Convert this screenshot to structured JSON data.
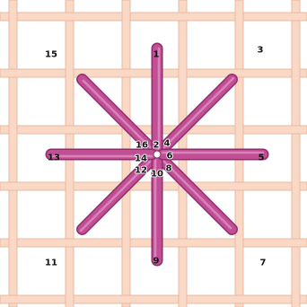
{
  "colors": {
    "canvas_mesh": "#f9d8c6",
    "canvas_mesh_edge": "#e9b8a0",
    "stitch": "#c24f96",
    "stitch_dark": "#8e2e6b",
    "stitch_highlight": "#e49acb",
    "center_hole": "#ffffff"
  },
  "stitches": [
    {
      "start": "1",
      "end": "2",
      "direction": "north"
    },
    {
      "start": "3",
      "end": "4",
      "direction": "north-east"
    },
    {
      "start": "5",
      "end": "6",
      "direction": "east"
    },
    {
      "start": "7",
      "end": "8",
      "direction": "south-east"
    },
    {
      "start": "9",
      "end": "10",
      "direction": "south"
    },
    {
      "start": "11",
      "end": "12",
      "direction": "south-west"
    },
    {
      "start": "13",
      "end": "14",
      "direction": "west"
    },
    {
      "start": "15",
      "end": "16",
      "direction": "north-west"
    }
  ]
}
